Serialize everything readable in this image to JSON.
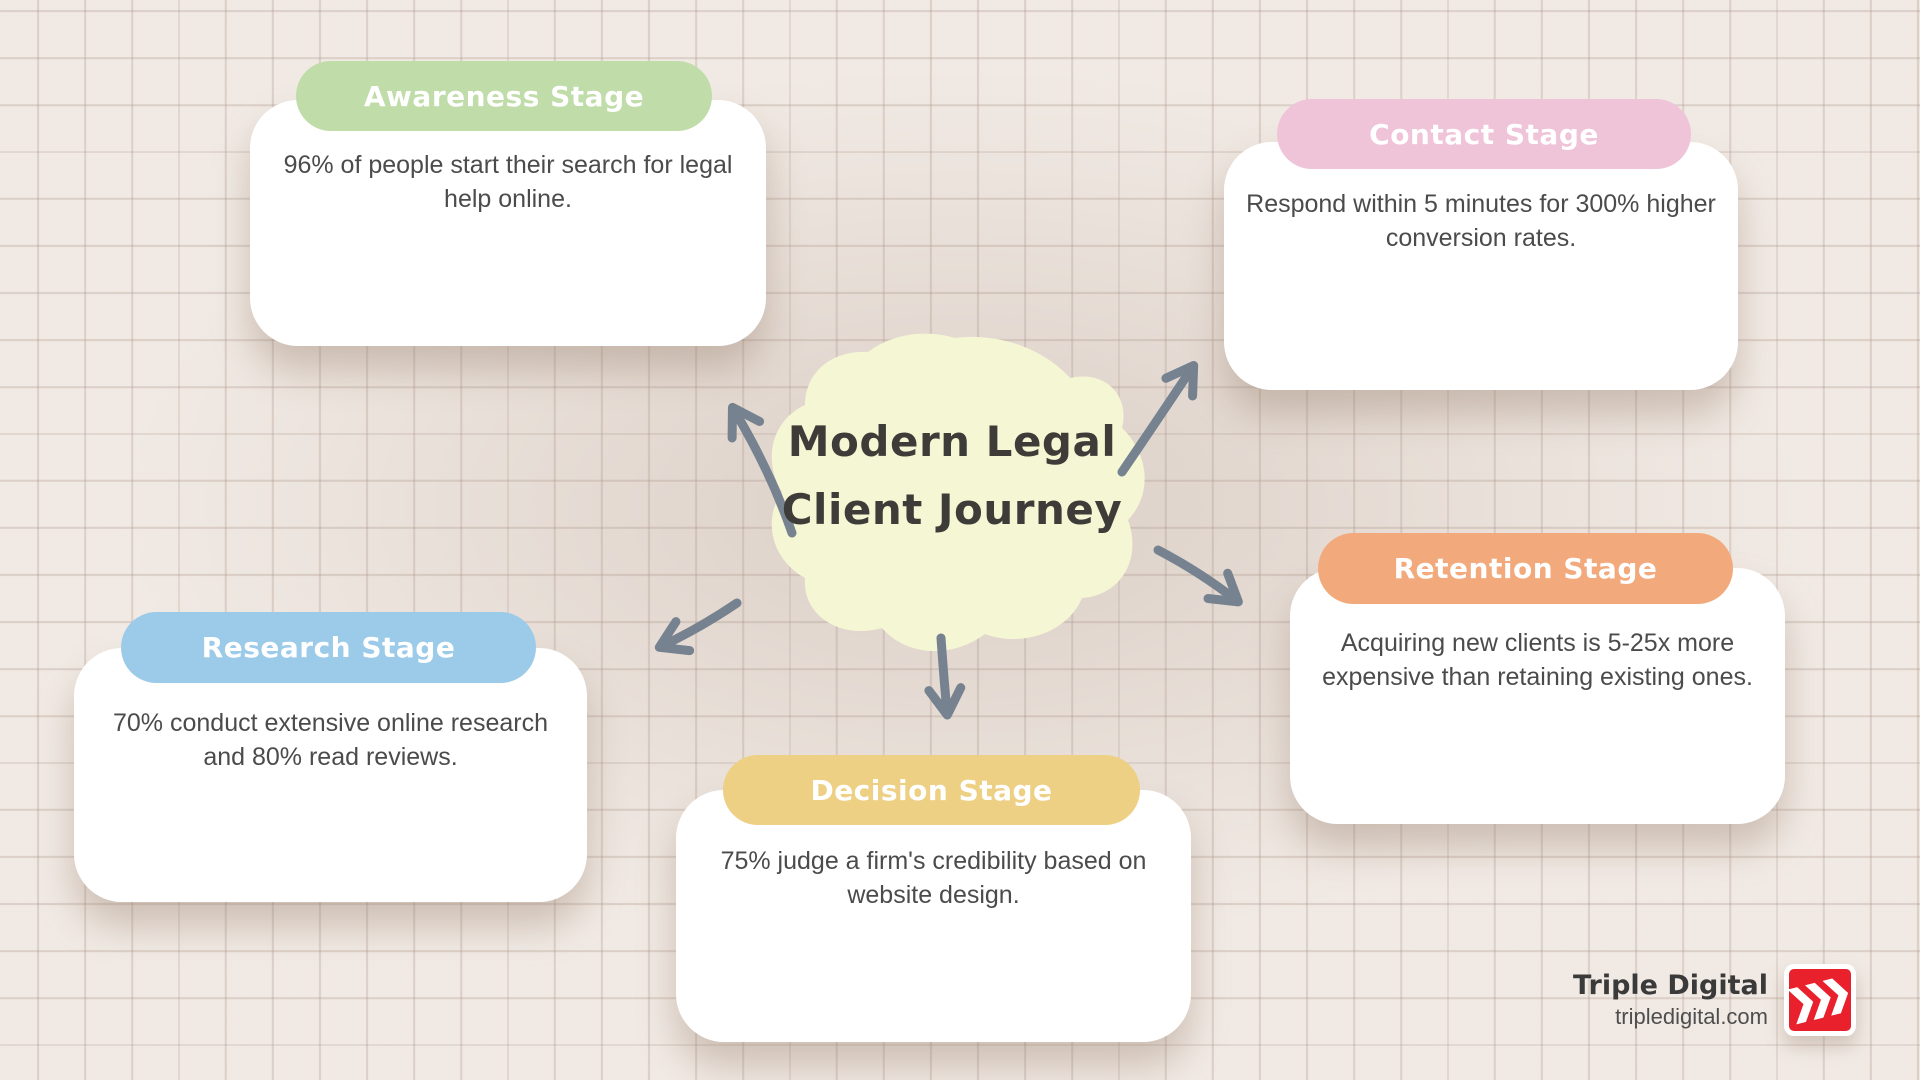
{
  "center": {
    "title_line1": "Modern Legal",
    "title_line2": "Client Journey"
  },
  "stages": [
    {
      "name": "awareness",
      "label": "Awareness Stage",
      "color": "#c0dca8",
      "body": "96% of people start their search for legal\nhelp online."
    },
    {
      "name": "contact",
      "label": "Contact Stage",
      "color": "#efc3d8",
      "body": "Respond within 5 minutes for 300% higher\nconversion rates."
    },
    {
      "name": "research",
      "label": "Research Stage",
      "color": "#9ccbe9",
      "body": "70% conduct extensive online research\nand 80% read reviews."
    },
    {
      "name": "decision",
      "label": "Decision Stage",
      "color": "#edd084",
      "body": "75% judge a firm's credibility based on\nwebsite design."
    },
    {
      "name": "retention",
      "label": "Retention Stage",
      "color": "#f2aa7d",
      "body": "Acquiring new clients is 5-25x more\nexpensive than retaining existing ones."
    }
  ],
  "branding": {
    "name": "Triple Digital",
    "website": "tripledigital.com"
  },
  "colors": {
    "canvas-bg": "#f1eae4",
    "grid-line": "rgba(170,148,135,0.30)",
    "arrow": "#76828f",
    "blob": "#f5f6d3",
    "title-text": "#3e3c38",
    "body-text": "#4b4b4b",
    "logo-red": "#e8212d",
    "brand-text": "#3a3a3a"
  }
}
